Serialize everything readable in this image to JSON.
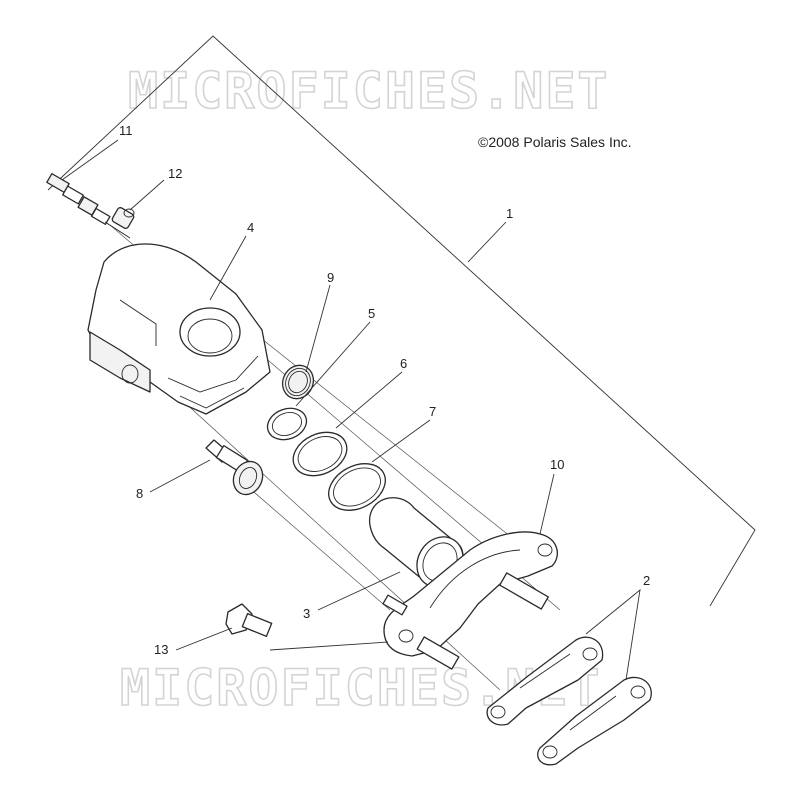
{
  "watermark": {
    "text": "MICROFICHES.NET"
  },
  "copyright": "©2008 Polaris Sales Inc.",
  "callouts": [
    {
      "id": "1",
      "label": "1"
    },
    {
      "id": "2",
      "label": "2"
    },
    {
      "id": "3",
      "label": "3"
    },
    {
      "id": "4",
      "label": "4"
    },
    {
      "id": "5",
      "label": "5"
    },
    {
      "id": "6",
      "label": "6"
    },
    {
      "id": "7",
      "label": "7"
    },
    {
      "id": "8",
      "label": "8"
    },
    {
      "id": "9",
      "label": "9"
    },
    {
      "id": "10",
      "label": "10"
    },
    {
      "id": "11",
      "label": "11"
    },
    {
      "id": "12",
      "label": "12"
    },
    {
      "id": "13",
      "label": "13"
    }
  ]
}
